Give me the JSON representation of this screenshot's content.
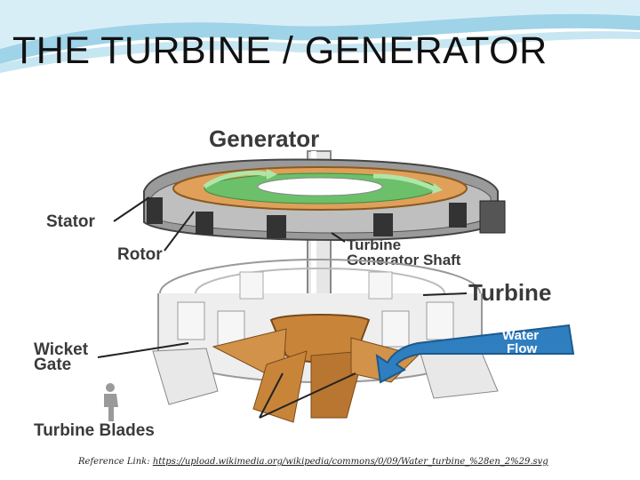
{
  "slide": {
    "title": "THE TURBINE / GENERATOR",
    "reference_label": "Reference Link:",
    "reference_url": "https://upload.wikimedia.org/wikipedia/commons/0/09/Water_turbine_%28en_2%29.svg"
  },
  "diagram": {
    "generator_label": "Generator",
    "stator_label": "Stator",
    "rotor_label": "Rotor",
    "shaft_label_line1": "Turbine",
    "shaft_label_line2": "Generator Shaft",
    "turbine_label": "Turbine",
    "wicket_gate_line1": "Wicket",
    "wicket_gate_line2": "Gate",
    "water_flow_line1": "Water",
    "water_flow_line2": "Flow",
    "turbine_blades_label": "Turbine Blades"
  },
  "colors": {
    "label_text": "#3a3a3a",
    "header_blue": "#9fd3e8",
    "rotor_orange": "#e0a05a",
    "rotor_green": "#6cc06a",
    "water_blue": "#2f7fc0",
    "blade_brown": "#c8853a",
    "metal_grey": "#d8d8d8"
  }
}
